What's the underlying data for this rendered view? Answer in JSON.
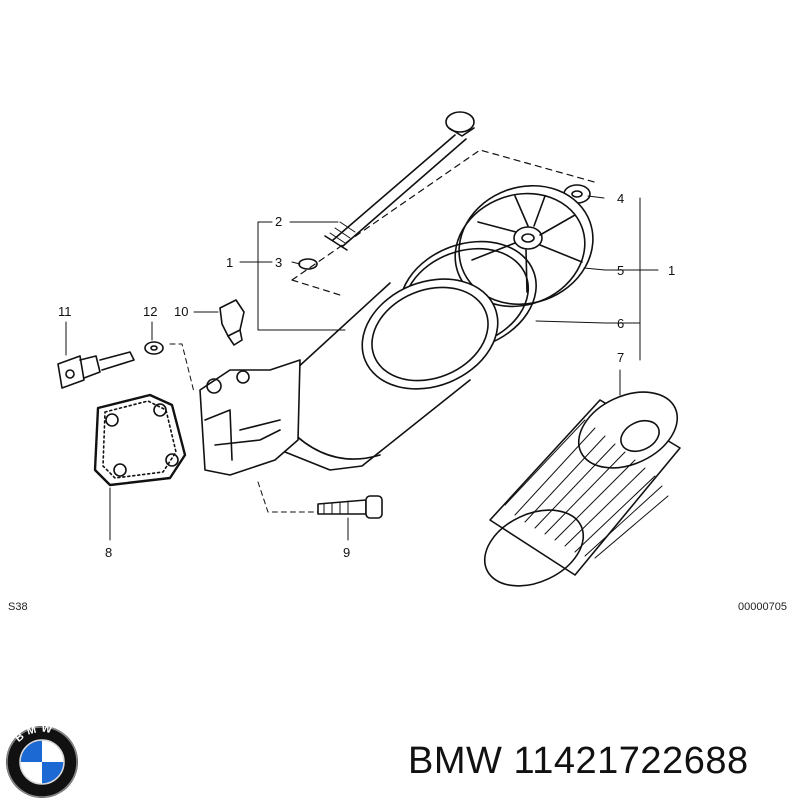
{
  "diagram": {
    "callouts": {
      "c1a": "1",
      "c2": "2",
      "c3": "3",
      "c4": "4",
      "c5": "5",
      "c1b": "1",
      "c6": "6",
      "c7": "7",
      "c8": "8",
      "c9": "9",
      "c10": "10",
      "c11": "11",
      "c12": "12"
    },
    "ref_left": "S38",
    "ref_right": "00000705"
  },
  "brand": {
    "name": "BMW",
    "part_number": "11421722688",
    "logo_letters": "BMW",
    "colors": {
      "blue": "#1c69d4",
      "ring": "#111111",
      "silver": "#d9d9d9"
    }
  }
}
